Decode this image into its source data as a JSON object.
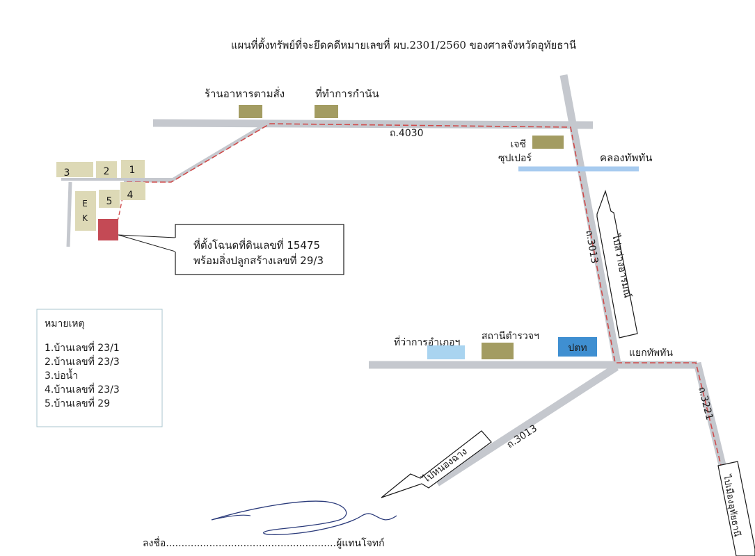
{
  "title": "แผนที่ตั้งทรัพย์ที่จะยึดคดีหมายเลขที่ ผบ.2301/2560 ของศาลจังหวัดอุทัยธานี",
  "colors": {
    "road": "#c5c8ce",
    "route": "#cf4a4a",
    "building": "#a39c62",
    "house": "#ddd9b6",
    "property": "#c44a55",
    "water": "#a7cbef",
    "station": "#3f8fd1",
    "office": "#a9d4f0"
  },
  "landmarks": {
    "restaurant": "ร้านอาหารตามสั่ง",
    "headman_office": "ที่ทำการกำนัน",
    "jc_super_line1": "เจซี",
    "jc_super_line2": "ซุปเปอร์",
    "canal": "คลองทัพทัน",
    "district_office": "ที่ว่าการอำเภอฯ",
    "police_station": "สถานีตำรวจฯ",
    "gas_station": "ปตท",
    "junction": "แยกทัพทัน"
  },
  "roads": {
    "r4030": "ถ.4030",
    "r3013_north": "ถ.3013",
    "r3013_south": "ถ.3013",
    "r3221": "ถ.3221"
  },
  "arrows": {
    "to_sawang": "ไปสว่างอารมณ์",
    "to_nong_chang": "ไปหนองฉาง",
    "to_uthai": "ไปเมืองอุทัยธานี"
  },
  "houses": {
    "h1": "1",
    "h2": "2",
    "h3": "3",
    "h4": "4",
    "h5": "5",
    "ek_e": "E",
    "ek_k": "K"
  },
  "callout": {
    "line1": "ที่ตั้งโฉนดที่ดินเลขที่  15475",
    "line2": "พร้อมสิ่งปลูกสร้างเลขที่ 29/3"
  },
  "legend": {
    "title": "หมายเหตุ",
    "items": [
      "1.บ้านเลขที่ 23/1",
      "2.บ้านเลขที่  23/3",
      "3.บ่อน้ำ",
      "4.บ้านเลขที่ 23/3",
      "5.บ้านเลขที่ 29"
    ]
  },
  "signature_line": "ลงชื่อ.......................................................ผู้แทนโจทก์"
}
